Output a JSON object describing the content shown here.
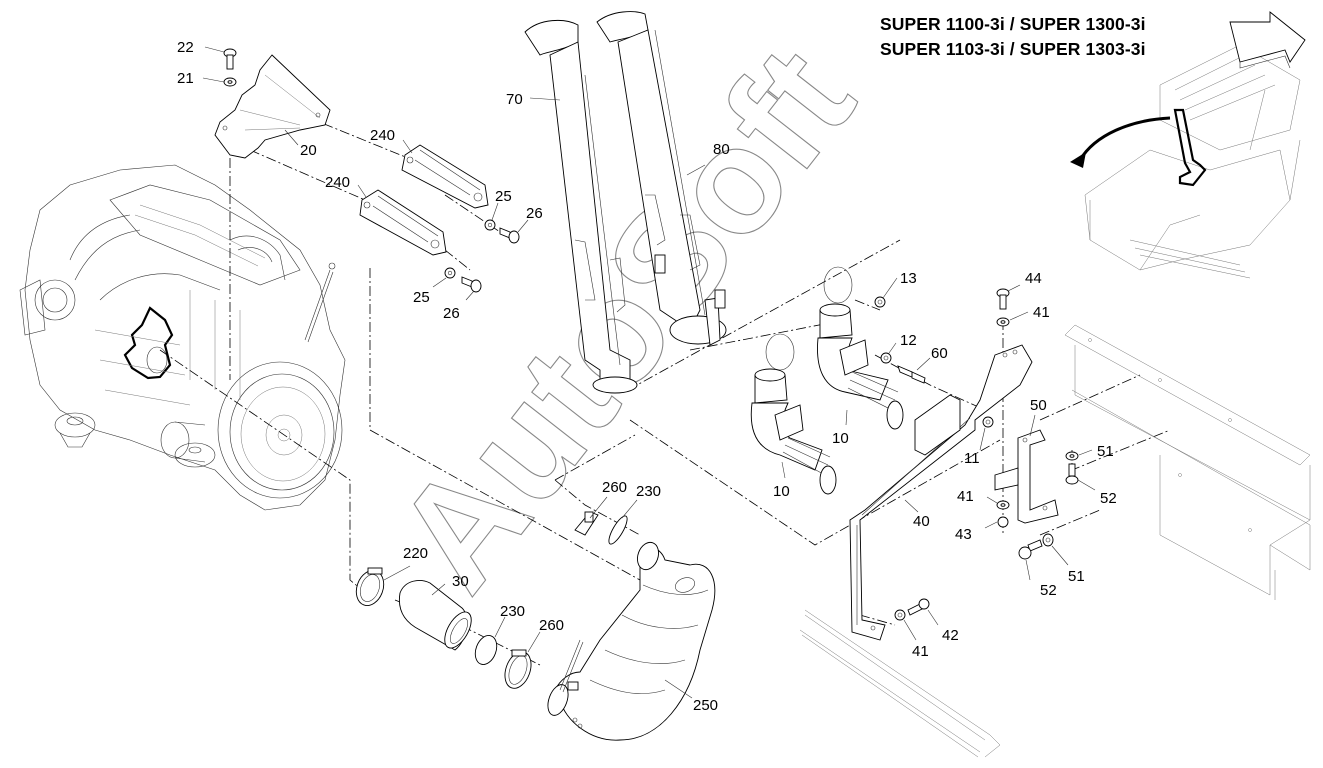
{
  "diagram": {
    "title_lines": [
      "SUPER 1100-3i / SUPER 1300-3i",
      "SUPER 1103-3i / SUPER 1303-3i"
    ],
    "watermark": "AutoSoft",
    "callouts": [
      {
        "id": "c22",
        "label": "22",
        "part": "bolt"
      },
      {
        "id": "c21",
        "label": "21",
        "part": "washer"
      },
      {
        "id": "c20",
        "label": "20",
        "part": "mounting-bracket"
      },
      {
        "id": "c240a",
        "label": "240",
        "part": "pipe-holder"
      },
      {
        "id": "c240b",
        "label": "240",
        "part": "pipe-holder"
      },
      {
        "id": "c25a",
        "label": "25",
        "part": "washer"
      },
      {
        "id": "c26a",
        "label": "26",
        "part": "bolt"
      },
      {
        "id": "c25b",
        "label": "25",
        "part": "washer"
      },
      {
        "id": "c26b",
        "label": "26",
        "part": "bolt"
      },
      {
        "id": "c70",
        "label": "70",
        "part": "exhaust-pipe"
      },
      {
        "id": "c80",
        "label": "80",
        "part": "exhaust-pipe-with-sensor"
      },
      {
        "id": "c13",
        "label": "13",
        "part": "nut"
      },
      {
        "id": "c12",
        "label": "12",
        "part": "washer"
      },
      {
        "id": "c60",
        "label": "60",
        "part": "stud"
      },
      {
        "id": "c10a",
        "label": "10",
        "part": "elbow-flex-pipe"
      },
      {
        "id": "c10b",
        "label": "10",
        "part": "elbow-flex-pipe"
      },
      {
        "id": "c11",
        "label": "11",
        "part": "nut"
      },
      {
        "id": "c44",
        "label": "44",
        "part": "bolt"
      },
      {
        "id": "c41a",
        "label": "41",
        "part": "washer"
      },
      {
        "id": "c50",
        "label": "50",
        "part": "bracket"
      },
      {
        "id": "c51a",
        "label": "51",
        "part": "washer"
      },
      {
        "id": "c52a",
        "label": "52",
        "part": "bolt"
      },
      {
        "id": "c41b",
        "label": "41",
        "part": "washer"
      },
      {
        "id": "c43",
        "label": "43",
        "part": "nut"
      },
      {
        "id": "c51b",
        "label": "51",
        "part": "washer"
      },
      {
        "id": "c52b",
        "label": "52",
        "part": "bolt"
      },
      {
        "id": "c40",
        "label": "40",
        "part": "support-arm"
      },
      {
        "id": "c42",
        "label": "42",
        "part": "bolt"
      },
      {
        "id": "c41c",
        "label": "41",
        "part": "washer"
      },
      {
        "id": "c220",
        "label": "220",
        "part": "clamp"
      },
      {
        "id": "c30",
        "label": "30",
        "part": "flex-connector"
      },
      {
        "id": "c230a",
        "label": "230",
        "part": "gasket"
      },
      {
        "id": "c260a",
        "label": "260",
        "part": "clamp"
      },
      {
        "id": "c260b",
        "label": "260",
        "part": "clamp"
      },
      {
        "id": "c230b",
        "label": "230",
        "part": "gasket"
      },
      {
        "id": "c250",
        "label": "250",
        "part": "exhaust-aftertreatment-unit"
      }
    ]
  }
}
